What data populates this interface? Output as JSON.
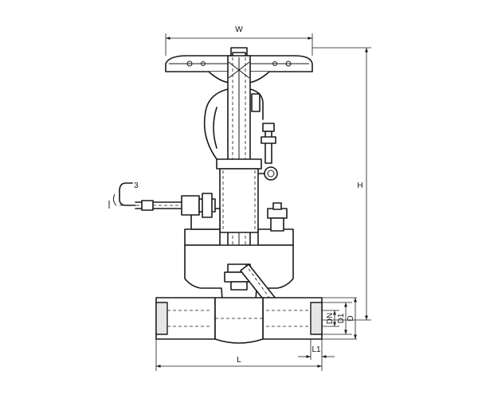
{
  "dimensions": {
    "w": "W",
    "h": "H",
    "l": "L",
    "l1": "L1",
    "dn": "DN",
    "d1": "D1",
    "d": "D"
  }
}
